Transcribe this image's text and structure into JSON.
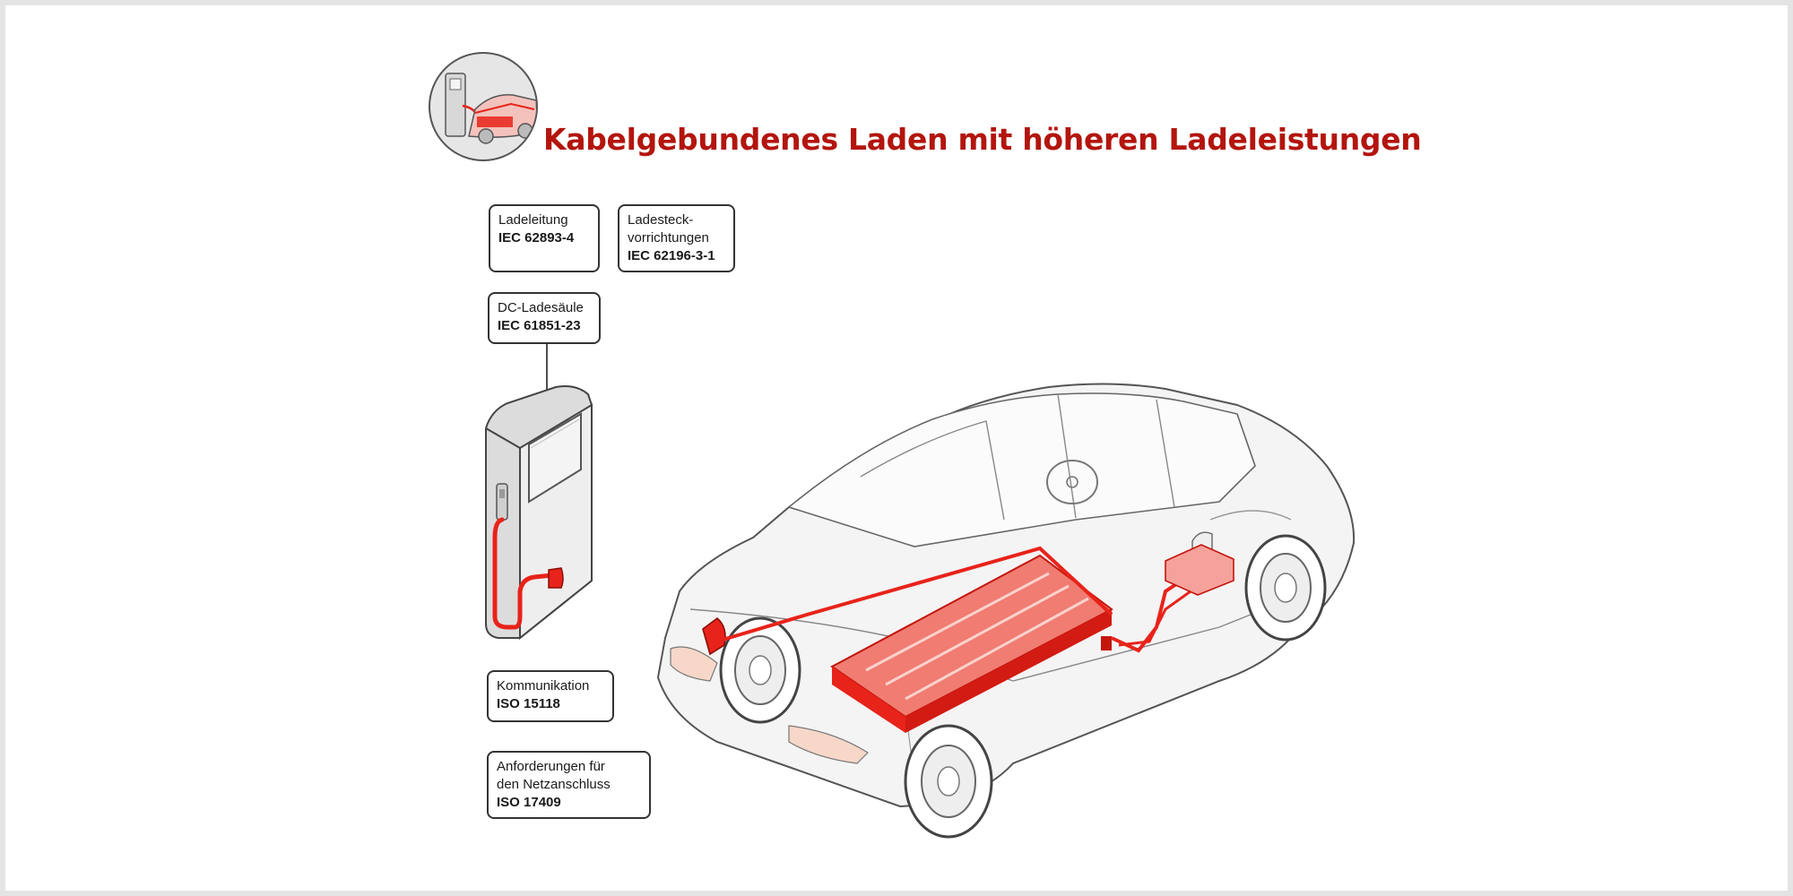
{
  "title": "Kabelgebundenes Laden mit höheren Ladeleistungen",
  "labels": {
    "ladeleitung": {
      "desc": "Ladeleitung",
      "std": "IEC 62893-4"
    },
    "steckvorrichtungen": {
      "desc": "Ladesteck-\nvorrichtungen",
      "std": "IEC 62196-3-1"
    },
    "ladesaeule": {
      "desc": "DC-Ladesäule",
      "std": "IEC 61851-23"
    },
    "kommunikation": {
      "desc": "Kommunikation",
      "std": "ISO 15118"
    },
    "netzanschluss": {
      "desc": "Anforderungen für\nden Netzanschluss",
      "std": "ISO 17409"
    }
  },
  "icons": {
    "header": "charging-station-car-icon",
    "station": "dc-charging-station-icon",
    "car": "electric-car-cutaway-icon"
  },
  "colors": {
    "accent": "#b3150e",
    "highlight": "#e8231a",
    "outline": "#333333"
  }
}
